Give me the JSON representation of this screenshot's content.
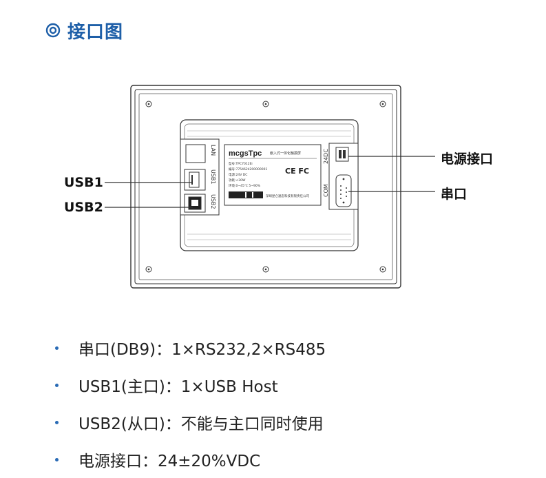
{
  "heading": {
    "icon": "target-circle-icon",
    "title": "接口图"
  },
  "diagram": {
    "device": {
      "port_labels": {
        "lan": "LAN",
        "usb1": "USB1",
        "usb2": "USB2",
        "dc": "24DC",
        "com": "COM"
      },
      "label_sticker": {
        "brand": "mcgsTpc",
        "tagline": "嵌入式一体化触摸屏",
        "lines": [
          "型号:TPC7012Ei",
          "编号:7754624200000001",
          "电源:24V DC",
          "功耗:<30W",
          "环境:0~45℃ 5~90%"
        ],
        "certs": "CE FC",
        "company": "深圳昆仑通态科技有限责任公司"
      }
    },
    "callouts": {
      "usb1": "USB1",
      "usb2": "USB2",
      "power": "电源接口",
      "serial": "串口"
    }
  },
  "bullets": [
    "串口(DB9)：1×RS232,2×RS485",
    "USB1(主口)：1×USB Host",
    "USB2(从口)：不能与主口同时使用",
    "电源接口：24±20%VDC"
  ],
  "colors": {
    "accent": "#1e5fa8",
    "bullet": "#2a6bb5",
    "line": "#333333"
  }
}
